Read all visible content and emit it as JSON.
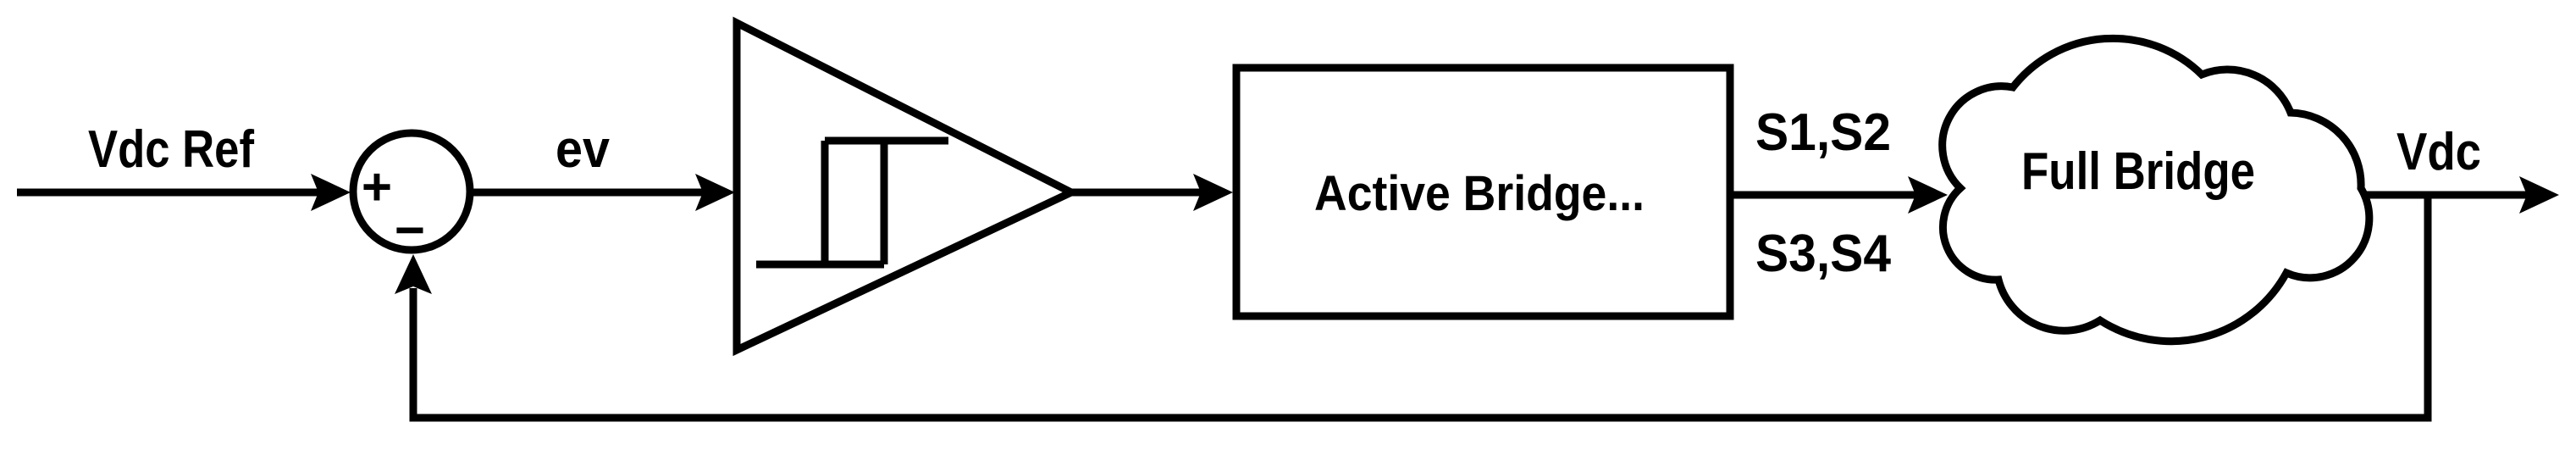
{
  "diagram": {
    "kind": "control-loop-block-diagram",
    "background_color": "#ffffff",
    "line_color": "#000000",
    "labels": {
      "vdc_ref": "Vdc Ref",
      "error_signal": "ev",
      "sum_plus": "+",
      "sum_minus": "−",
      "controller_block": "Active Bridge...",
      "gate_signals_top": "S1,S2",
      "gate_signals_bottom": "S3,S4",
      "plant_block": "Full Bridge",
      "output_signal": "Vdc"
    },
    "structure": {
      "nodes": [
        {
          "id": "sum",
          "type": "summing-junction",
          "signs": [
            "+",
            "−"
          ]
        },
        {
          "id": "relay",
          "type": "hysteresis-comparator-triangle"
        },
        {
          "id": "active-bridge",
          "type": "rectangle-block",
          "label": "Active Bridge..."
        },
        {
          "id": "full-bridge",
          "type": "cloud-block",
          "label": "Full Bridge"
        }
      ],
      "edges": [
        {
          "from": "input",
          "to": "sum",
          "label": "Vdc Ref"
        },
        {
          "from": "sum",
          "to": "relay",
          "label": "ev"
        },
        {
          "from": "relay",
          "to": "active-bridge",
          "label": ""
        },
        {
          "from": "active-bridge",
          "to": "full-bridge",
          "label": "S1,S2 / S3,S4"
        },
        {
          "from": "full-bridge",
          "to": "output",
          "label": "Vdc"
        },
        {
          "from": "output-branch",
          "to": "sum",
          "label": "feedback to minus input"
        }
      ]
    }
  }
}
